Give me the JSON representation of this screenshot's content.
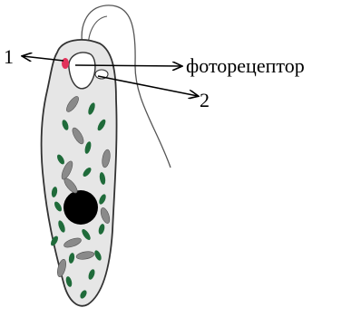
{
  "diagram": {
    "labels": {
      "label_1": "1",
      "label_2": "2",
      "label_photoreceptor": "фоторецептор"
    },
    "colors": {
      "cell_fill": "#e6e6e6",
      "outline": "#333333",
      "chloroplast": "#1f6b3a",
      "paramylon": "#8a8a8a",
      "nucleus": "#000000",
      "stigma": "#e2325a",
      "flagellum": "#555555",
      "arrow": "#000000"
    }
  }
}
